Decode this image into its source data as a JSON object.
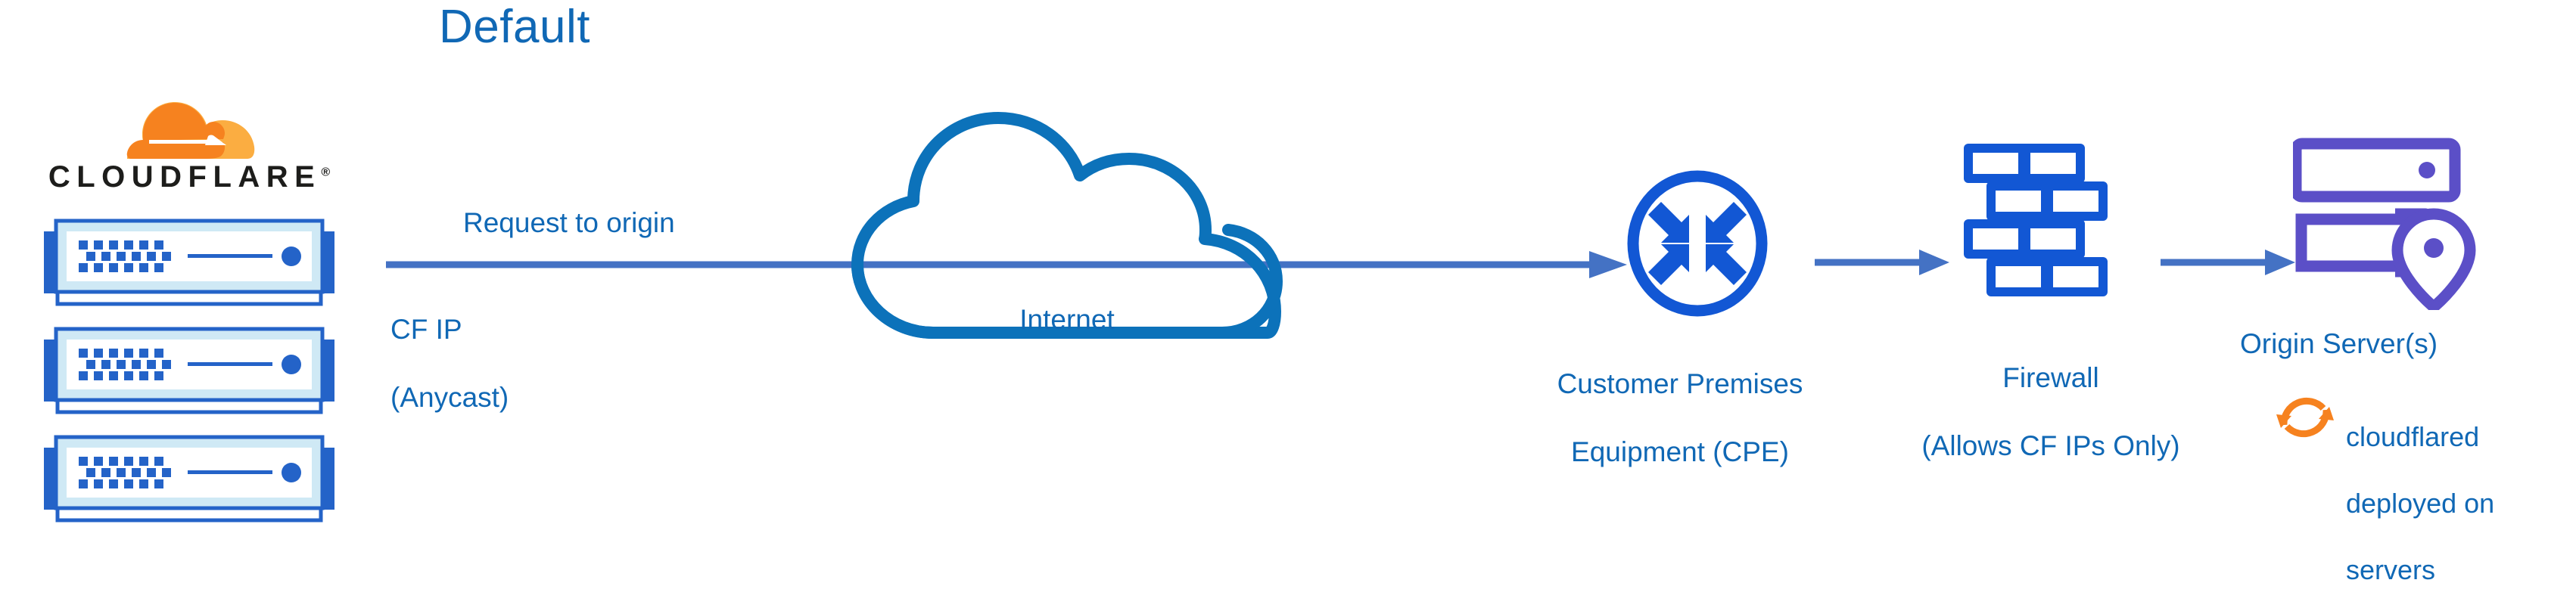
{
  "title": "Default",
  "brand": {
    "name": "CLOUDFLARE",
    "registered_mark": "®",
    "logo_icon": "cloudflare-cloud-logo",
    "cloud_color": "#F6821F",
    "wing_color": "#FBAD41"
  },
  "colors": {
    "title_blue": "#1068B5",
    "label_blue": "#1068B5",
    "cloud_outline_blue": "#0C72BA",
    "arrow_blue": "#4472C4",
    "icon_blue": "#1257D4",
    "origin_purple": "#5B4FC7",
    "orange": "#F6821F",
    "device_frame_blue": "#2463C8",
    "device_band_blue": "#CFE9F5"
  },
  "nodes": {
    "cf_edge": {
      "label_line1": "CF IP",
      "label_line2": "(Anycast)",
      "device_count": 3,
      "device_icon": "network-switch-icon"
    },
    "internet": {
      "label": "Internet",
      "icon": "cloud-outline-icon"
    },
    "cpe": {
      "label_line1": "Customer Premises",
      "label_line2": "Equipment (CPE)",
      "icon": "router-arrows-circle-icon"
    },
    "firewall": {
      "label_line1": "Firewall",
      "label_line2": "(Allows CF IPs Only)",
      "icon": "brick-wall-icon"
    },
    "origin": {
      "label": "Origin Server(s)",
      "icon": "server-rack-location-pin-icon",
      "note_line1": "cloudflared",
      "note_line2": "deployed on",
      "note_line3": "servers",
      "note_icon": "sync-arrows-icon"
    }
  },
  "flows": {
    "request_to_origin": {
      "label": "Request to origin",
      "arrow_icon": "arrow-right-icon"
    },
    "cpe_to_firewall": {
      "arrow_icon": "arrow-right-icon"
    },
    "firewall_to_origin": {
      "arrow_icon": "arrow-right-icon"
    }
  }
}
